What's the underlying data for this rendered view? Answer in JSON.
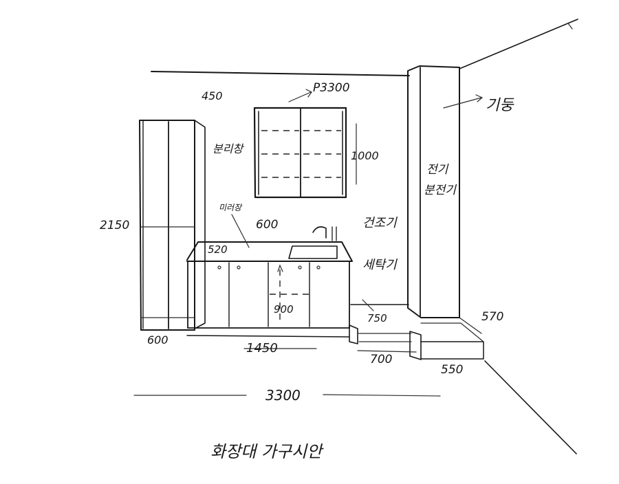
{
  "title": "화장대 가구시안",
  "labels": {
    "overall_width": "3300",
    "window_note": "P3300",
    "pillar": "기둥",
    "cabinet_top": "450",
    "tall_cabinet_height": "2150",
    "tall_cabinet_width": "600",
    "window_height": "1000",
    "window_label": "분리창",
    "mirror_note": "미러장",
    "basin_side": "600",
    "counter_depth": "520",
    "vanity_width": "1450",
    "door_width": "900",
    "dryer": "건조기",
    "washer": "세탁기",
    "washer_gap": "750",
    "floor_700": "700",
    "pillar_box_width": "550",
    "pillar_depth": "570",
    "electric_box_1": "전기",
    "electric_box_2": "분전기"
  }
}
